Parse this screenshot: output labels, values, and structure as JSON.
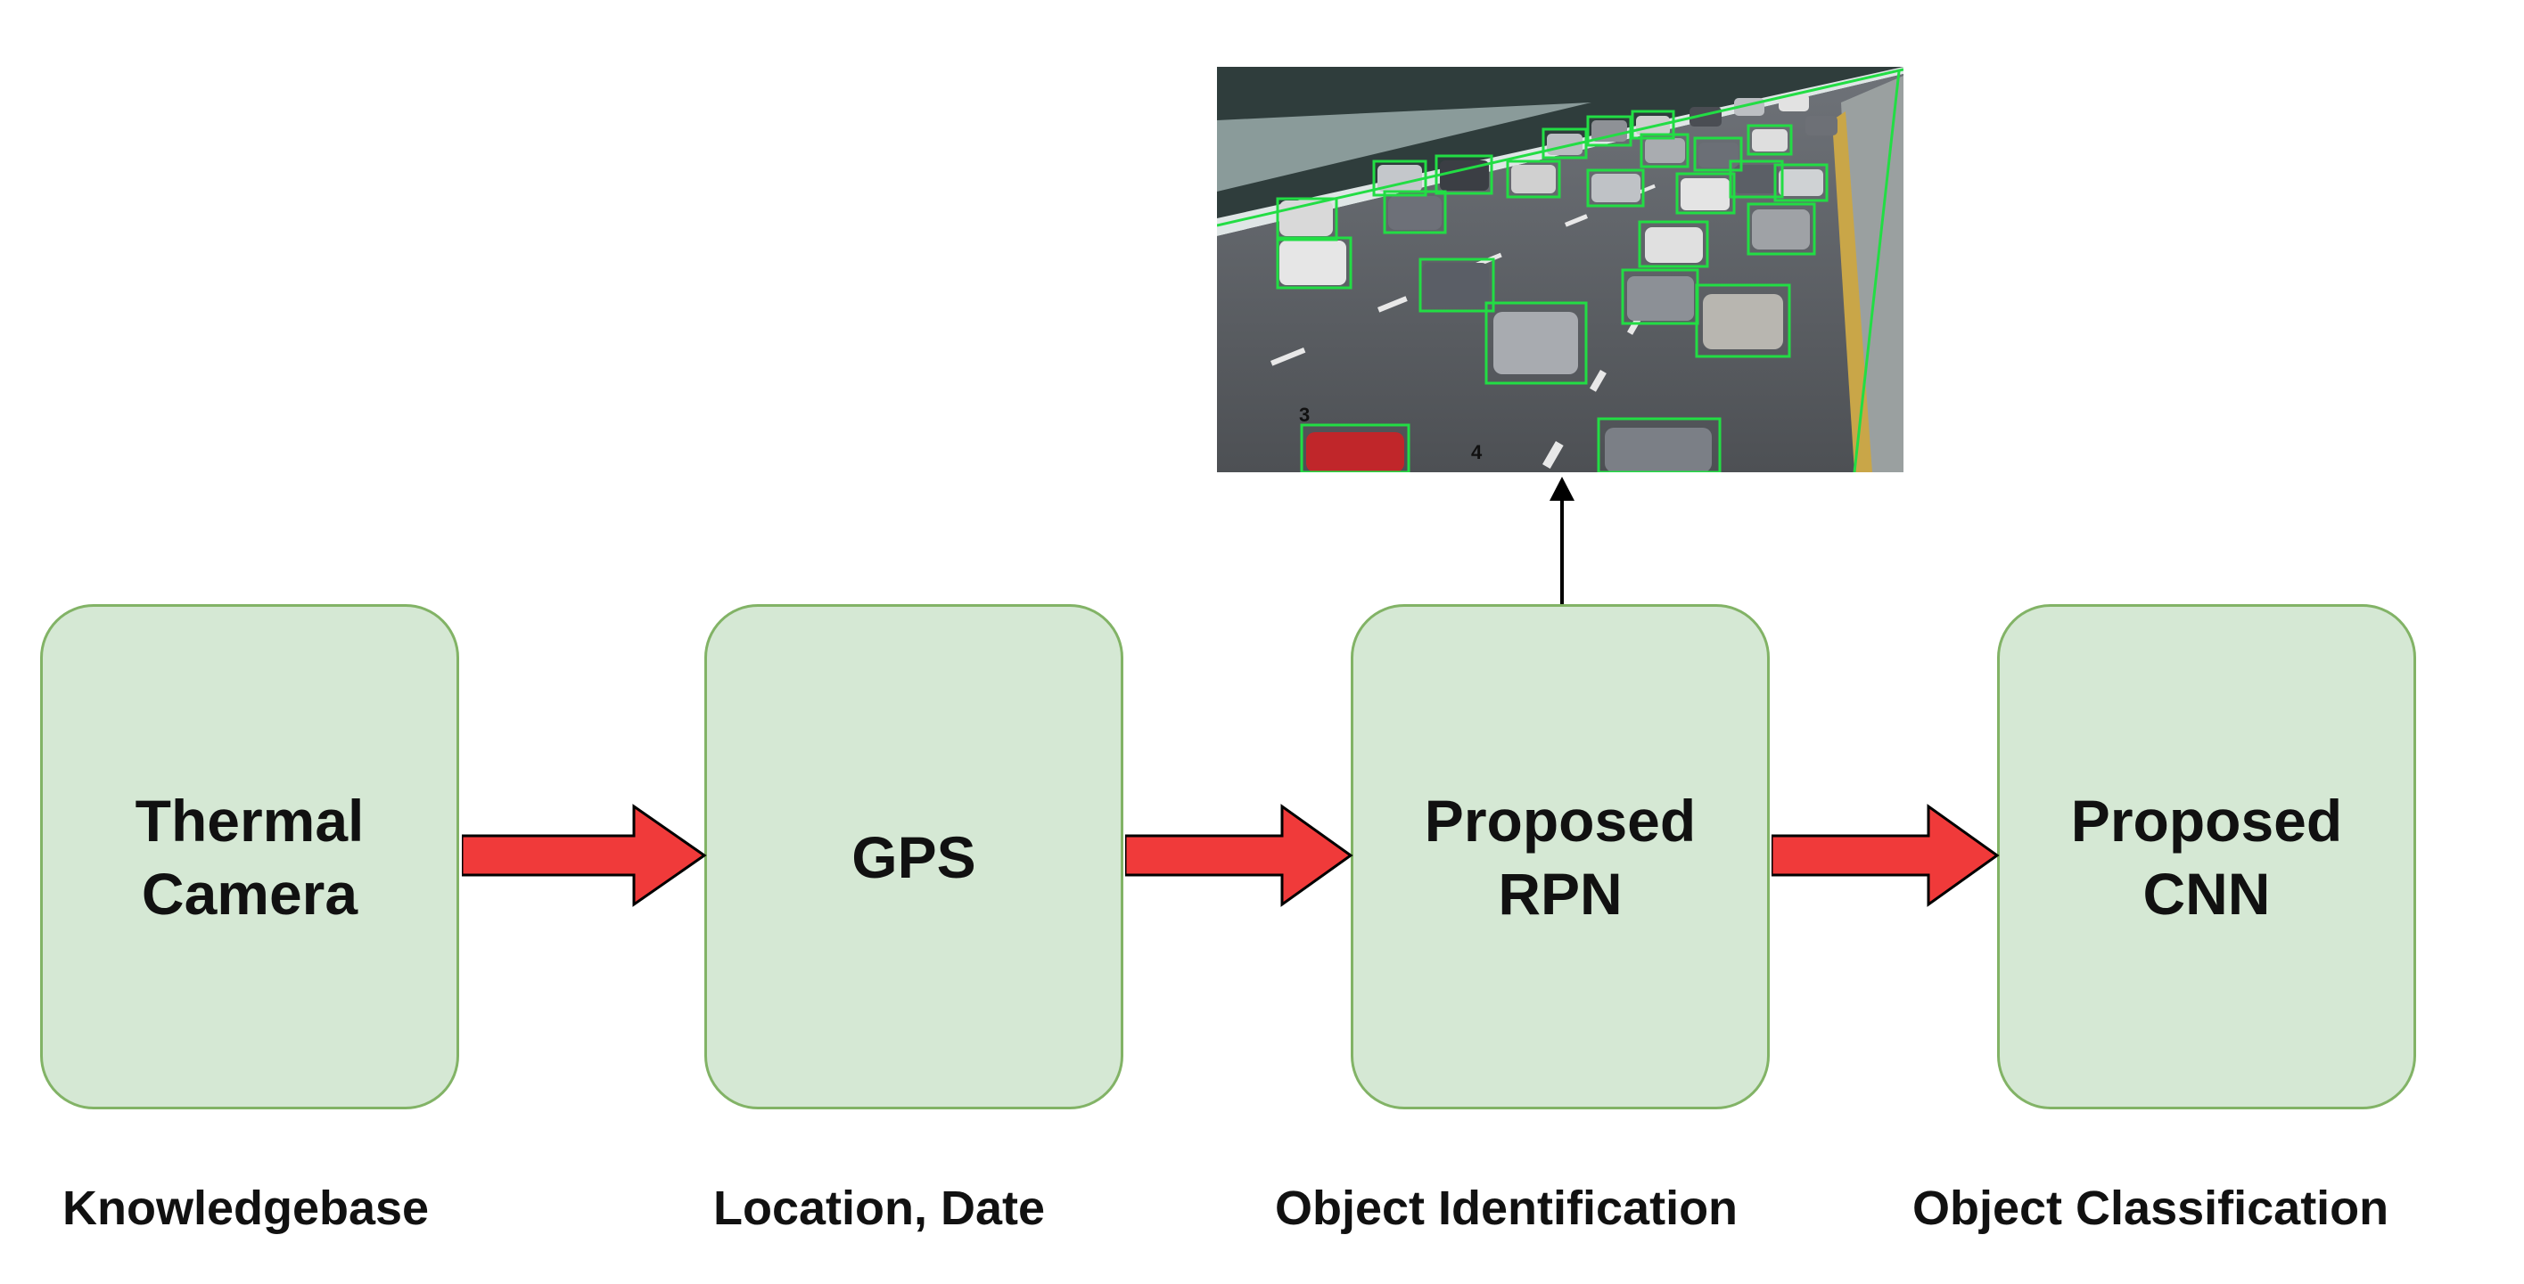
{
  "boxes": [
    {
      "name": "thermal-camera-box",
      "label": "Thermal\nCamera",
      "caption": "Knowledgebase"
    },
    {
      "name": "gps-box",
      "label": "GPS",
      "caption": "Location, Date"
    },
    {
      "name": "proposed-rpn-box",
      "label": "Proposed\nRPN",
      "caption": "Object Identification"
    },
    {
      "name": "proposed-cnn-box",
      "label": "Proposed\nCNN",
      "caption": "Object Classification"
    }
  ],
  "image_labels": [
    "3",
    "4"
  ],
  "colors": {
    "box_fill": "#d5e8d4",
    "box_border": "#82b366",
    "arrow_fill": "#f03a3a",
    "arrow_stroke": "#000000",
    "detection_box": "#22dd44"
  }
}
